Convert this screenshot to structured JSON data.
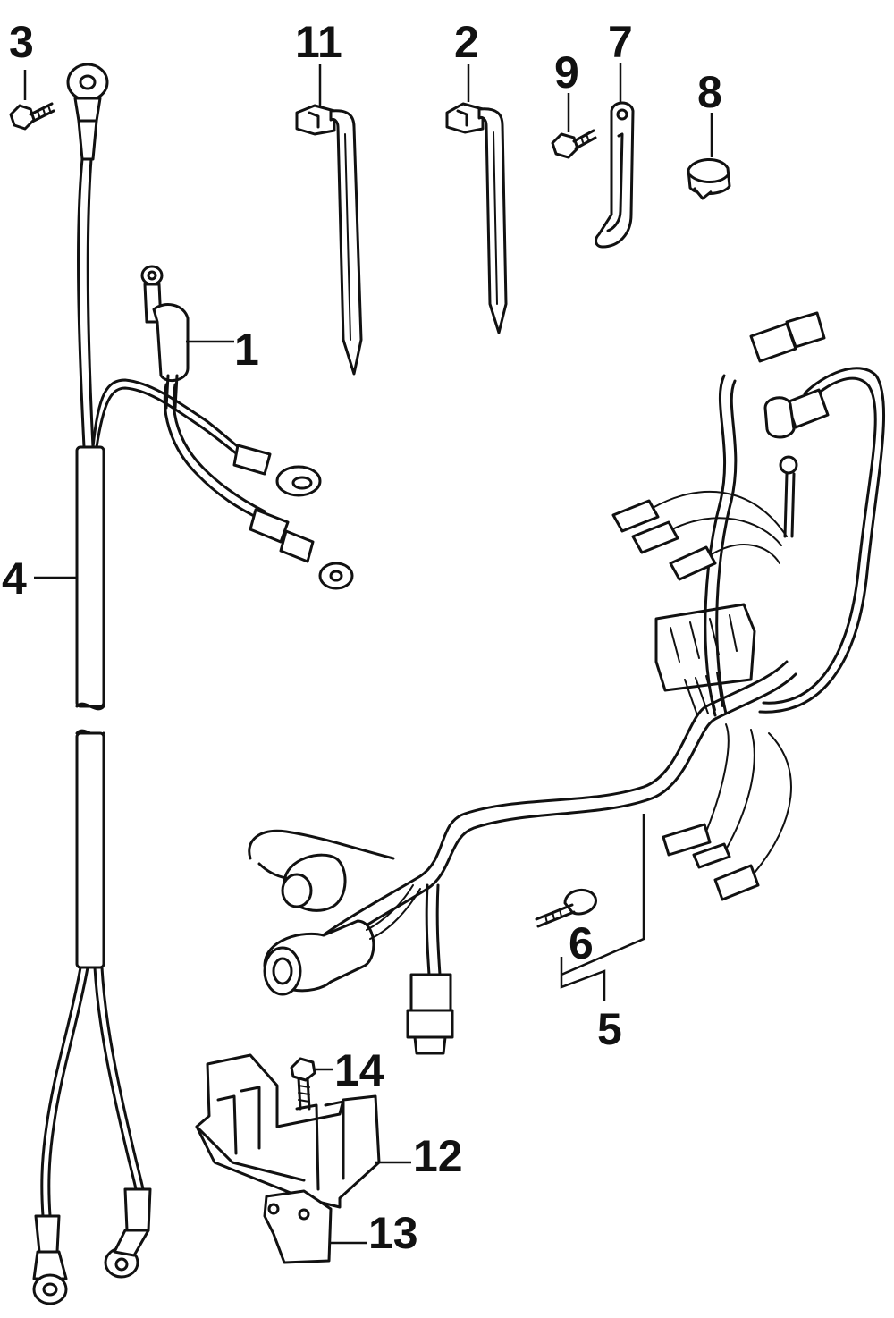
{
  "callouts": {
    "c1": "1",
    "c2": "2",
    "c3": "3",
    "c4": "4",
    "c5": "5",
    "c6": "6",
    "c7": "7",
    "c8": "8",
    "c9": "9",
    "c11": "11",
    "c12": "12",
    "c13": "13",
    "c14": "14"
  }
}
